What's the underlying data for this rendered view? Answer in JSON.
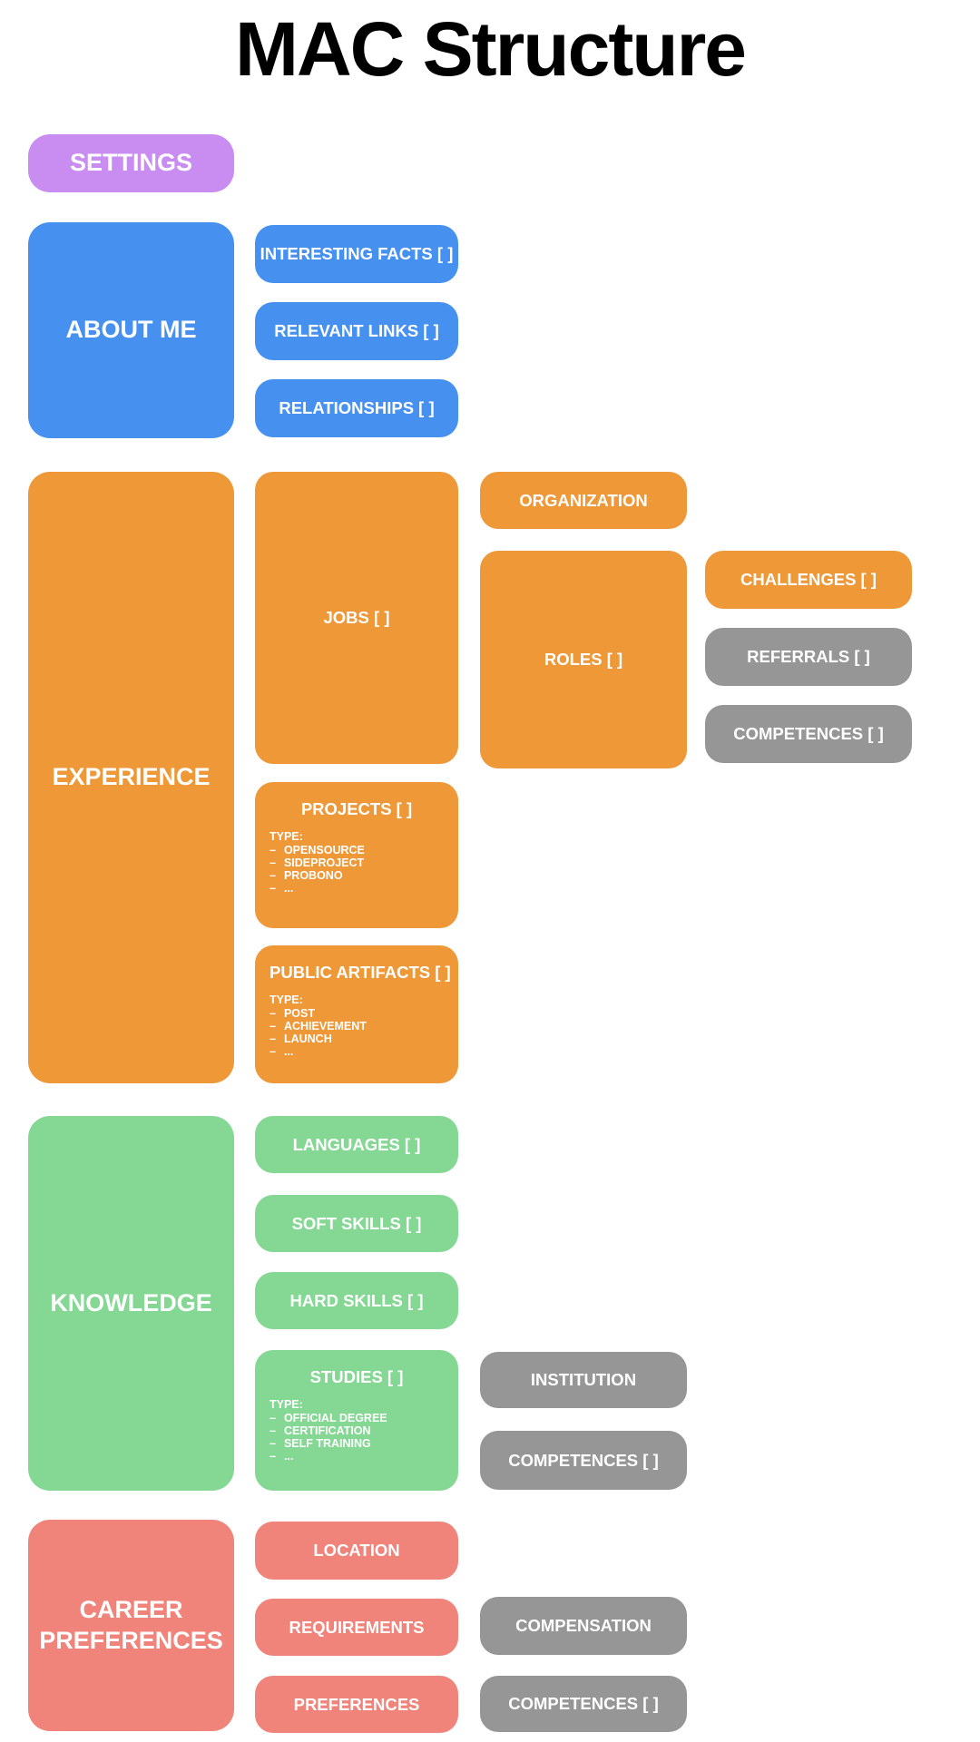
{
  "page": {
    "title": "MAC Structure"
  },
  "colors": {
    "purple": "#c98df2",
    "blue": "#4690f0",
    "orange": "#ee9838",
    "green": "#84d894",
    "salmon": "#f0837a",
    "gray": "#969696",
    "node_text": "#ffffff",
    "title_text": "#000000",
    "background": "#ffffff"
  },
  "list_bullet": "–",
  "settings": {
    "label": "SETTINGS"
  },
  "about_me": {
    "label": "ABOUT ME",
    "interesting_facts": "INTERESTING FACTS [ ]",
    "relevant_links": "RELEVANT LINKS [ ]",
    "relationships": "RELATIONSHIPS [ ]"
  },
  "experience": {
    "label": "EXPERIENCE",
    "jobs": "JOBS [ ]",
    "organization": "ORGANIZATION",
    "roles": "ROLES [ ]",
    "challenges": "CHALLENGES [ ]",
    "referrals": "REFERRALS [ ]",
    "roles_competences": "COMPETENCES [ ]",
    "projects": {
      "label": "PROJECTS [ ]",
      "type_label": "TYPE:",
      "types": [
        "OPENSOURCE",
        "SIDEPROJECT",
        "PROBONO",
        "..."
      ]
    },
    "public_artifacts": {
      "label": "PUBLIC ARTIFACTS [ ]",
      "type_label": "TYPE:",
      "types": [
        "POST",
        "ACHIEVEMENT",
        "LAUNCH",
        "..."
      ]
    }
  },
  "knowledge": {
    "label": "KNOWLEDGE",
    "languages": "LANGUAGES [ ]",
    "soft_skills": "SOFT SKILLS [ ]",
    "hard_skills": "HARD SKILLS [ ]",
    "studies": {
      "label": "STUDIES [ ]",
      "type_label": "TYPE:",
      "types": [
        "OFFICIAL DEGREE",
        "CERTIFICATION",
        "SELF TRAINING",
        "..."
      ]
    },
    "institution": "INSTITUTION",
    "studies_competences": "COMPETENCES [ ]"
  },
  "career_preferences": {
    "label": "CAREER PREFERENCES",
    "location": "LOCATION",
    "requirements": "REQUIREMENTS",
    "preferences": "PREFERENCES",
    "compensation": "COMPENSATION",
    "competences": "COMPETENCES [ ]"
  }
}
